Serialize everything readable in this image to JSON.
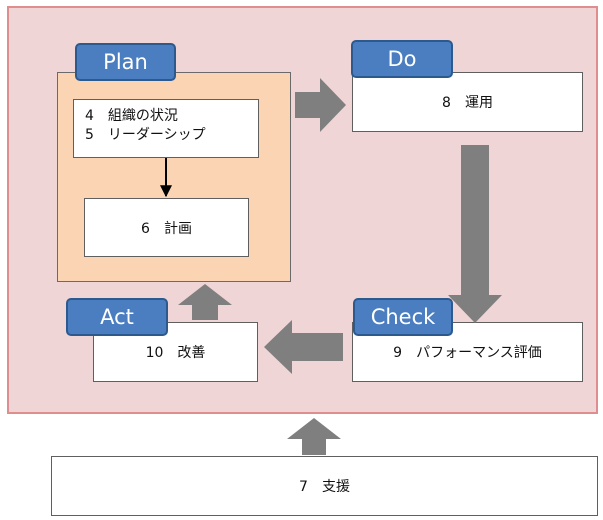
{
  "labels": {
    "plan": "Plan",
    "do": "Do",
    "check": "Check",
    "act": "Act"
  },
  "boxes": {
    "context_line1": "4　組織の状況",
    "context_line2": "5　リーダーシップ",
    "planning": "6　計画",
    "operation": "8　運用",
    "evaluation": "9　パフォーマンス評価",
    "improvement": "10　改善",
    "support": "7　支援"
  },
  "colors": {
    "frame_fill": "#efd5d5",
    "frame_border": "#de8e8e",
    "plan_fill": "#fbd4b4",
    "label_fill": "#4a7ec0",
    "arrow": "#7f7f7f"
  }
}
